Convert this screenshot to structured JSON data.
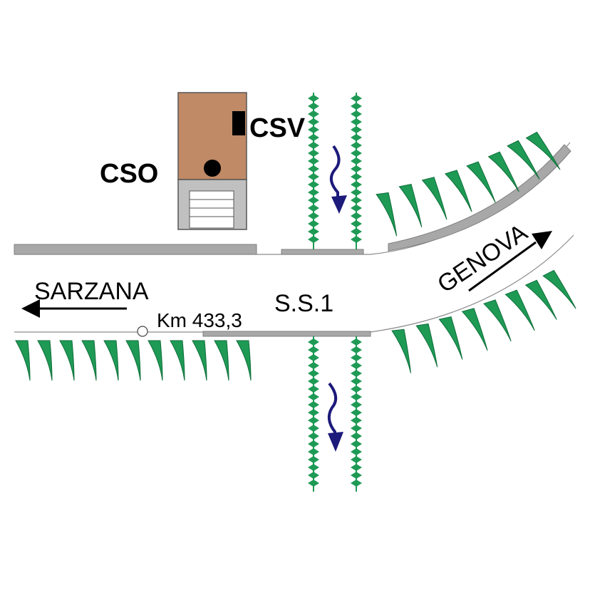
{
  "labels": {
    "cso": "CSO",
    "csv": "CSV",
    "sarzana": "SARZANA",
    "genova": "GENOVA",
    "km": "Km 433,3",
    "road": "S.S.1"
  },
  "colors": {
    "building": "#c08a66",
    "garage": "#c0c0c0",
    "walls": "#a8a8a8",
    "vegetation": "#1e9a55",
    "water_arrow": "#1c1a7a",
    "road_line": "#8c8c8c",
    "text": "#000000"
  },
  "icons": {
    "vegetation": "grass-tuft-icon",
    "flow": "water-flow-arrow-icon",
    "km_marker": "kilometre-marker-icon",
    "direction": "direction-arrow-icon"
  }
}
